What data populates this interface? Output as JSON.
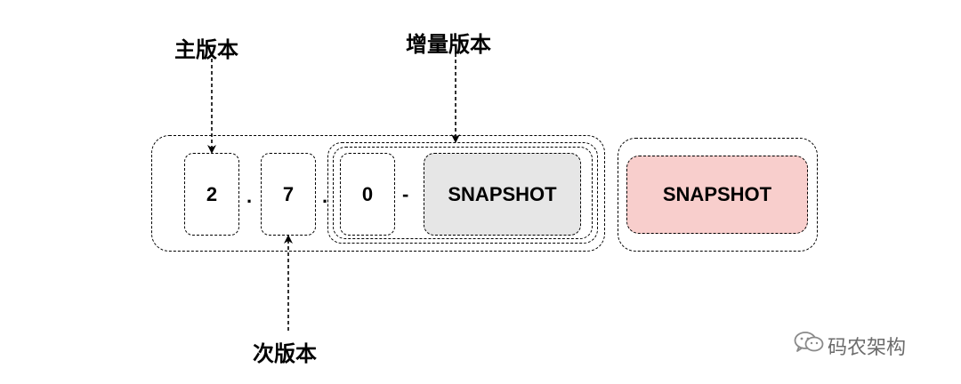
{
  "labels": {
    "major": "主版本",
    "incremental": "增量版本",
    "minor": "次版本"
  },
  "version": {
    "major": "2",
    "sep1": ".",
    "minor": "7",
    "sep2": ".",
    "incremental": "0",
    "sep3": "-",
    "qualifier": "SNAPSHOT"
  },
  "right_box": {
    "label": "SNAPSHOT"
  },
  "watermark": {
    "text": "码农架构"
  },
  "colors": {
    "qualifier_fill": "#e6e6e6",
    "snapshot_fill": "#f8cecc",
    "stroke": "#000000"
  },
  "icons": {
    "watermark": "wechat-icon"
  }
}
